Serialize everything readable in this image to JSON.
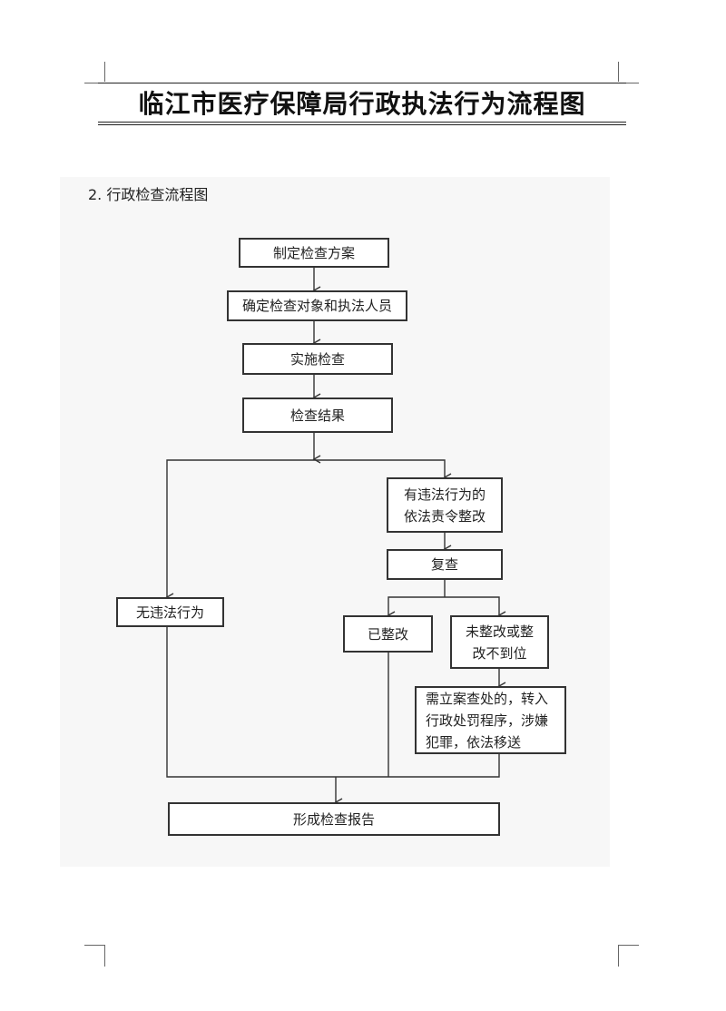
{
  "document": {
    "title": "临江市医疗保障局行政执法行为流程图",
    "section_heading": "2. 行政检查流程图"
  },
  "flowchart": {
    "nodes": {
      "n1": "制定检查方案",
      "n2": "确定检查对象和执法人员",
      "n3": "实施检查",
      "n4": "检查结果",
      "n5": [
        "有违法行为的",
        "依法责令整改"
      ],
      "n6": "复查",
      "n7": "无违法行为",
      "n8": "已整改",
      "n9": [
        "未整改或整",
        "改不到位"
      ],
      "n10": [
        "需立案查处的，转入",
        "行政处罚程序，涉嫌",
        "犯罪，依法移送"
      ],
      "n11": "形成检查报告"
    }
  }
}
